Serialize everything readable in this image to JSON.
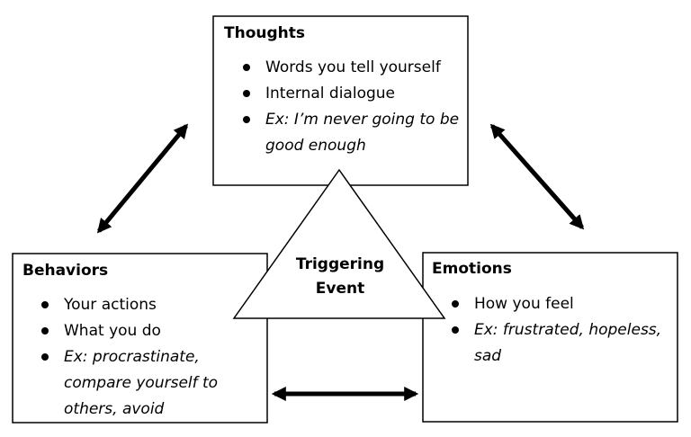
{
  "thoughts": {
    "title": "Thoughts",
    "items": [
      {
        "text": "Words you tell yourself",
        "italic": false
      },
      {
        "text": "Internal dialogue",
        "italic": false
      },
      {
        "text": "Ex: I’m never going to be good enough",
        "italic": true
      }
    ]
  },
  "behaviors": {
    "title": "Behaviors",
    "items": [
      {
        "text": "Your actions",
        "italic": false
      },
      {
        "text": "What you do",
        "italic": false
      },
      {
        "text": "Ex: procrastinate, compare yourself to others, avoid",
        "italic": true
      }
    ]
  },
  "emotions": {
    "title": "Emotions",
    "items": [
      {
        "text": "How you feel",
        "italic": false
      },
      {
        "text": "Ex: frustrated, hopeless, sad",
        "italic": true
      }
    ]
  },
  "trigger": {
    "label_line1": "Triggering",
    "label_line2": "Event"
  },
  "colors": {
    "stroke": "#000000",
    "background": "#ffffff"
  }
}
